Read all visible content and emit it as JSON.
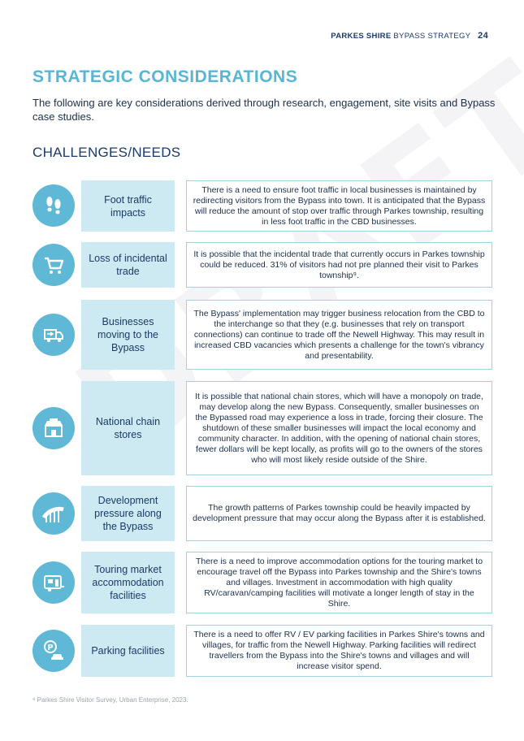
{
  "header": {
    "org": "PARKES SHIRE",
    "doc": "BYPASS STRATEGY",
    "page": "24"
  },
  "title": "STRATEGIC CONSIDERATIONS",
  "intro": "The following are key considerations derived through research, engagement, site visits and Bypass case studies.",
  "section": "CHALLENGES/NEEDS",
  "watermark": "DRAFT",
  "items": [
    {
      "icon": "footprints-icon",
      "label": "Foot traffic impacts",
      "text": "There is a need to ensure foot traffic in local businesses is maintained by redirecting visitors from the Bypass into town. It is anticipated that the Bypass will reduce the amount of stop over traffic through Parkes township, resulting in less foot traffic in the CBD businesses."
    },
    {
      "icon": "shopping-cart-icon",
      "label": "Loss of incidental trade",
      "text": "It is possible that the incidental trade that currently occurs in Parkes township could be reduced. 31% of visitors had not pre planned their visit to Parkes township⁹."
    },
    {
      "icon": "delivery-truck-icon",
      "label": "Businesses moving to the Bypass",
      "text": "The Bypass' implementation may trigger business relocation from the CBD to the interchange so that they (e.g. businesses that rely on transport connections) can continue to trade off the Newell Highway. This may result in increased CBD vacancies which presents a challenge for the town's vibrancy and presentability."
    },
    {
      "icon": "storefront-icon",
      "label": "National chain stores",
      "text": "It is possible that national chain stores, which will have a monopoly on trade, may develop along the new Bypass. Consequently, smaller businesses on the Bypassed road may experience a loss in trade, forcing their closure. The shutdown of these smaller businesses will impact the local economy and community character. In addition, with the opening of national chain stores, fewer dollars will be kept locally, as profits will go to the owners of the stores who will most likely reside outside of the Shire."
    },
    {
      "icon": "highway-icon",
      "label": "Development pressure along the Bypass",
      "text": "The growth patterns of Parkes township could be heavily impacted by development pressure that may occur along the Bypass after it is established."
    },
    {
      "icon": "caravan-icon",
      "label": "Touring market accommodation facilities",
      "text": "There is a need to improve accommodation options for the touring market to encourage travel off the Bypass into Parkes township and the Shire's towns and villages. Investment in accommodation with high quality RV/caravan/camping facilities will motivate a longer length of stay in the Shire."
    },
    {
      "icon": "parking-icon",
      "label": "Parking facilities",
      "text": "There is a need to offer RV / EV parking facilities in Parkes Shire's towns and villages, for traffic from the Newell Highway. Parking facilities will redirect travellers from the Bypass into the Shire's towns and villages and will increase visitor spend."
    }
  ],
  "footnote": "⁹ Parkes Shire Visitor Survey, Urban Enterprise, 2023.",
  "colors": {
    "accent": "#58b5d4",
    "label_bg": "#cde9f2",
    "navy": "#1b3a6b"
  }
}
